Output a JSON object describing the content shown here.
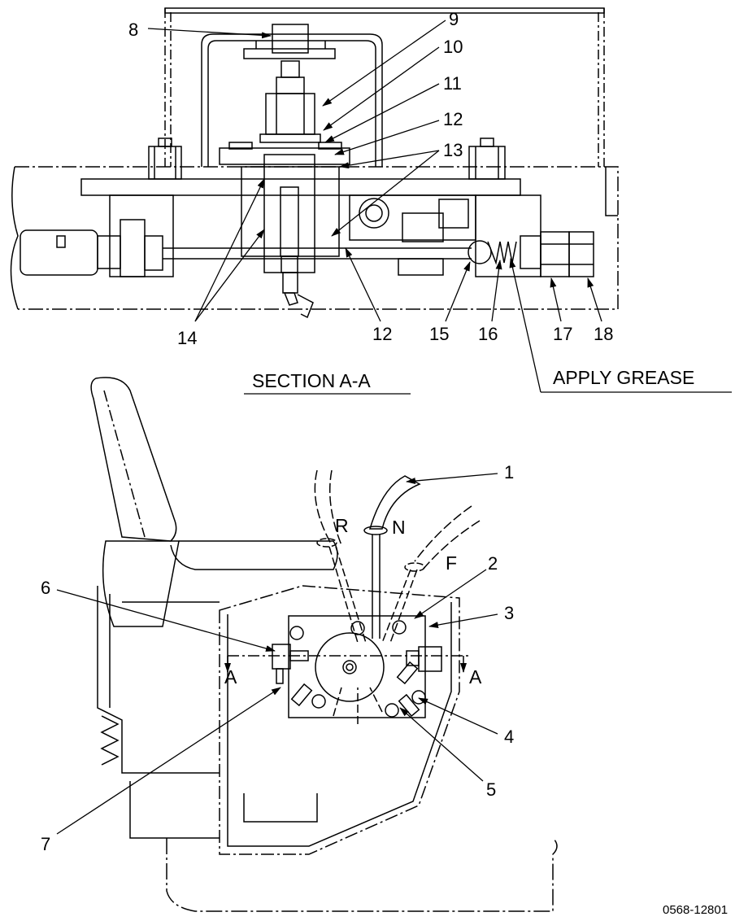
{
  "section": {
    "title": "SECTION A-A"
  },
  "callouts": {
    "c1": "1",
    "c2": "2",
    "c3": "3",
    "c4": "4",
    "c5": "5",
    "c6": "6",
    "c7": "7",
    "c8": "8",
    "c9": "9",
    "c10": "10",
    "c11": "11",
    "c12": "12",
    "c12b": "12",
    "c13": "13",
    "c14": "14",
    "c15": "15",
    "c16": "16",
    "c17": "17",
    "c18": "18"
  },
  "notes": {
    "apply_grease": "APPLY GREASE"
  },
  "positions": {
    "reverse": "R",
    "neutral": "N",
    "forward": "F"
  },
  "section_markers": {
    "left": "A",
    "right": "A"
  },
  "figure_id": "0568-12801"
}
